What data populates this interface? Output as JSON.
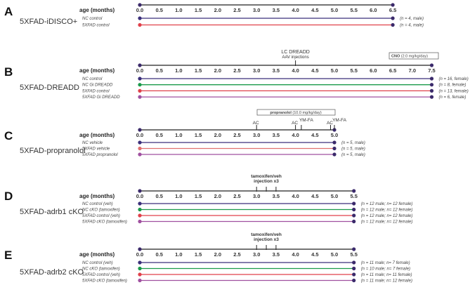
{
  "axis_label": "age (months)",
  "colors": {
    "axis": "#222222",
    "dot": "#3b2a6b",
    "navy": "#3b2f7a",
    "green": "#1a9a4a",
    "red": "#e0404a",
    "salmon": "#e07070",
    "purple": "#a050a0"
  },
  "panels": [
    {
      "letter": "A",
      "model": "5XFAD-iDISCO+",
      "ticks": [
        "0.0",
        "0.5",
        "1.0",
        "1.5",
        "2.0",
        "2.5",
        "3.0",
        "3.5",
        "4.0",
        "4.5",
        "5.0",
        "5.5",
        "6.0",
        "6.5"
      ],
      "end_months": 6.5,
      "groups": [
        {
          "label": "NC control",
          "n": "(n = 4, male)",
          "color": "navy"
        },
        {
          "label": "5XFAD control",
          "n": "(n = 4, male)",
          "color": "red"
        }
      ]
    },
    {
      "letter": "B",
      "model": "5XFAD-DREADD",
      "ticks": [
        "0.0",
        "0.5",
        "1.0",
        "1.5",
        "2.0",
        "2.5",
        "3.0",
        "3.5",
        "4.0",
        "4.5",
        "5.0",
        "5.5",
        "6.0",
        "6.5",
        "7.0",
        "7.5"
      ],
      "end_months": 7.5,
      "annotations": [
        {
          "line1": "LC DREADD",
          "line2": "AAV injections",
          "at": 4.0
        }
      ],
      "box": {
        "bold": "CNO",
        "text": "(2.0 mg/kg/day)"
      },
      "groups": [
        {
          "label": "NC control",
          "n": "(n = 16, female)",
          "color": "navy"
        },
        {
          "label": "NC Gi DREADD",
          "n": "(n = 8, female)",
          "color": "green"
        },
        {
          "label": "5XFAD control",
          "n": "(n = 13, female)",
          "color": "red"
        },
        {
          "label": "5XFAD Gi DREADD",
          "n": "(n = 6, female)",
          "color": "purple"
        }
      ]
    },
    {
      "letter": "C",
      "model": "5XFAD-propranolol",
      "ticks": [
        "0.0",
        "0.5",
        "1.0",
        "1.5",
        "2.0",
        "2.5",
        "3.0",
        "3.5",
        "4.0",
        "4.5",
        "5.0"
      ],
      "end_months": 5.0,
      "box": {
        "bold": "propranolol",
        "text": "(10.0 mg/kg/day)"
      },
      "markers": [
        {
          "label": "AC",
          "at": 3.0
        },
        {
          "label": "AC",
          "at": 4.0
        },
        {
          "label": "YM-FA",
          "at": 4.15
        },
        {
          "label": "AC",
          "at": 4.9
        },
        {
          "label": "YM-FA",
          "at": 5.0
        }
      ],
      "groups": [
        {
          "label": "NC vehicle",
          "n": "(n = 5, male)",
          "color": "navy"
        },
        {
          "label": "5XFAD vehicle",
          "n": "(n = 5, male)",
          "color": "salmon"
        },
        {
          "label": "5XFAD propranolol",
          "n": "(n = 5, male)",
          "color": "purple"
        }
      ]
    },
    {
      "letter": "D",
      "model": "5XFAD-adrb1 cKO",
      "ticks": [
        "0.0",
        "0.5",
        "1.0",
        "1.5",
        "2.0",
        "2.5",
        "3.0",
        "3.5",
        "4.0",
        "4.5",
        "5.0",
        "5.5"
      ],
      "end_months": 5.5,
      "annotation": {
        "line1": "tamoxifen/veh",
        "line2": "injection x3",
        "at": [
          3.0,
          3.25,
          3.5
        ]
      },
      "groups": [
        {
          "label": "NC control (veh)",
          "n": "(n = 12 male; n= 12 female)",
          "color": "navy"
        },
        {
          "label": "NC cKO (tamoxifen)",
          "n": "(n = 12 male; n= 12 female)",
          "color": "green"
        },
        {
          "label": "5XFAD control (veh)",
          "n": "(n = 12 male; n= 12 female)",
          "color": "red"
        },
        {
          "label": "5XFAD cKO (tamoxifen)",
          "n": "(n = 12 male; n= 12 female)",
          "color": "purple"
        }
      ]
    },
    {
      "letter": "E",
      "model": "5XFAD-adrb2 cKO",
      "ticks": [
        "0.0",
        "0.5",
        "1.0",
        "1.5",
        "2.0",
        "2.5",
        "3.0",
        "3.5",
        "4.0",
        "4.5",
        "5.0",
        "5.5"
      ],
      "end_months": 5.5,
      "annotation": {
        "line1": "tamoxifen/veh",
        "line2": "injection x3",
        "at": [
          3.0,
          3.25,
          3.5
        ]
      },
      "groups": [
        {
          "label": "NC control (veh)",
          "n": "(n = 11 male; n= 7 female)",
          "color": "navy"
        },
        {
          "label": "NC cKO (tamoxifen)",
          "n": "(n = 10 male; n= 7 female)",
          "color": "green"
        },
        {
          "label": "5XFAD control (veh)",
          "n": "(n = 11 male; n= 11 female)",
          "color": "red"
        },
        {
          "label": "5XFAD cKO (tamoxifen)",
          "n": "(n = 11 male; n= 12 female)",
          "color": "purple"
        }
      ]
    }
  ]
}
